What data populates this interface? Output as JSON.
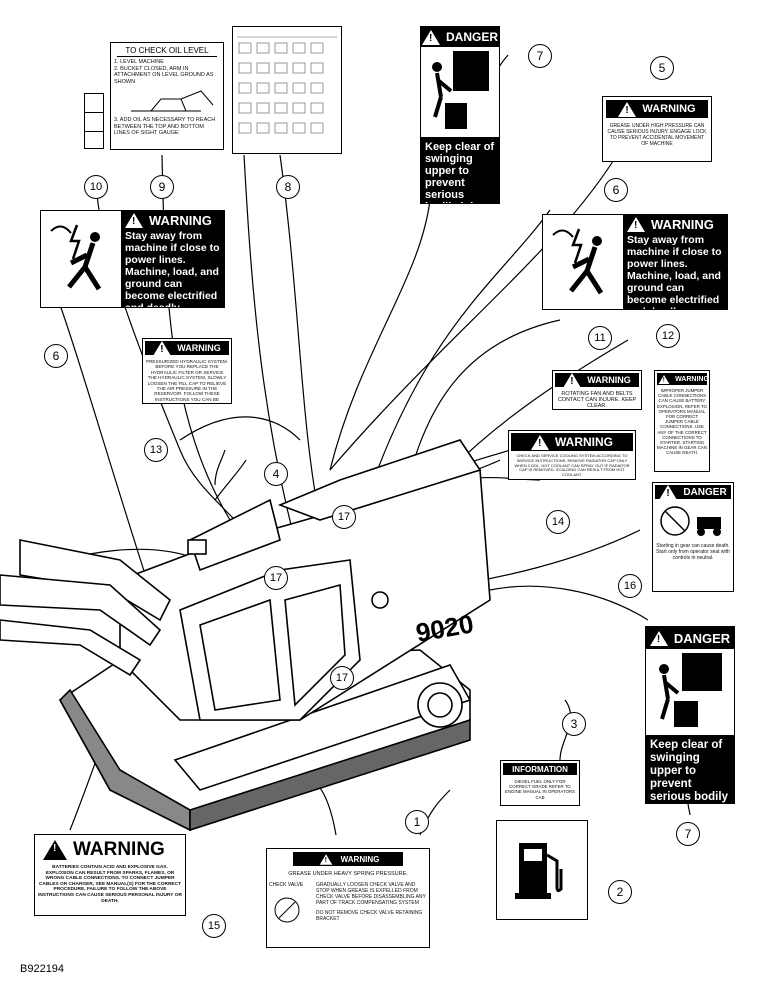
{
  "figure_id": "B922194",
  "decals": {
    "d1": {
      "header": "WARNING",
      "line1": "GREASE UNDER HEAVY SPRING PRESSURE.",
      "check_valve": "CHECK VALVE",
      "body": "GRADUALLY LOOSEN CHECK VALVE AND STOP WHEN GREASE IS EXPELLED FROM CHECK VALVE BEFORE DISASSEMBLING ANY PART OF TRACK COMPENSATING SYSTEM",
      "note": "DO NOT REMOVE CHECK VALVE RETAINING BRACKET"
    },
    "d3": {
      "header": "INFORMATION",
      "body": "DIESEL FUEL ONLY FOR CORRECT GRADE REFER TO ENGINE MANUAL IN OPERATORS CAB"
    },
    "d5": {
      "header": "WARNING",
      "body": "GREASE UNDER HIGH PRESSURE CAN CAUSE SERIOUS INJURY. ENGAGE LOCK TO PREVENT ACCIDENTAL MOVEMENT OF MACHINE"
    },
    "d6": {
      "header": "WARNING",
      "body": "Stay away from machine if close to power lines. Machine, load, and ground can become electrified and deadly."
    },
    "d7": {
      "header": "DANGER",
      "body": "Keep clear of swinging upper to prevent serious bodily injury."
    },
    "d9": {
      "title": "TO CHECK OIL LEVEL",
      "step1": "1. LEVEL MACHINE",
      "step2": "2. BUCKET CLOSED, ARM IN ATTACHMENT ON LEVEL GROUND AS SHOWN",
      "step3": "3. ADD OIL AS NECESSARY TO REACH BETWEEN THE TOP AND BOTTOM LINES OF SIGHT GAUGE"
    },
    "d11": {
      "header": "WARNING",
      "body": "ROTATING FAN AND BELTS CONTACT CAN INJURE. KEEP CLEAR."
    },
    "d12": {
      "header": "WARNING",
      "body": "IMPROPER JUMPER CABLE CONNECTIONS CAN CAUSE BATTERY EXPLOSION. REFER TO OPERATORS MANUAL FOR CORRECT JUMPER CABLE CONNECTIONS. USE ANY OF THE CORRECT CONNECTIONS TO STARTER. STARTING MACHINE IN GEAR CAN CAUSE DEATH."
    },
    "d13": {
      "header": "WARNING",
      "body": "PRESSURIZED HYDRAULIC SYSTEM. BEFORE YOU REPLACE THE HYDRAULIC FILTER OR SERVICE THE HYDRAULIC SYSTEM, SLOWLY LOOSEN THE FILL CAP TO RELIEVE THE AIR PRESSURE IN THE RESERVOIR. FOLLOW THESE INSTRUCTIONS YOU CAN BE INJURED"
    },
    "d14": {
      "header": "WARNING",
      "body": "CHECK AND SERVICE COOLING SYSTEM ACCORDING TO SERVICE INSTRUCTIONS. REMOVE RADIATOR CAP ONLY WHEN COOL. HOT COOLANT CAN SPRAY OUT IF RADIATOR CAP IS REMOVED. SCALDING CAN RESULT FROM HOT COOLANT."
    },
    "d15": {
      "header": "WARNING",
      "body": "BATTERIES CONTAIN ACID AND EXPLOSIVE GAS. EXPLOSION CAN RESULT FROM SPARKS, FLAMES, OR WRONG CABLE CONNECTIONS. TO CONNECT JUMPER CABLES OR CHARGER, SEE MANUAL(S) FOR THE CORRECT PROCEDURE. FAILURE TO FOLLOW THE ABOVE INSTRUCTIONS CAN CAUSE SERIOUS PERSONAL INJURY OR DEATH."
    },
    "d16": {
      "header": "DANGER",
      "body": "Starting in gear can cause death. Start only from operator seat with controls in neutral."
    }
  },
  "machine": {
    "model_text": "9020"
  },
  "callouts": {
    "c1": "1",
    "c2": "2",
    "c3": "3",
    "c4": "4",
    "c5": "5",
    "c6a": "6",
    "c6b": "6",
    "c7a": "7",
    "c7b": "7",
    "c8": "8",
    "c9": "9",
    "c10": "10",
    "c11": "11",
    "c12": "12",
    "c13": "13",
    "c14": "14",
    "c15": "15",
    "c16": "16",
    "c17a": "17",
    "c17b": "17",
    "c17c": "17"
  }
}
